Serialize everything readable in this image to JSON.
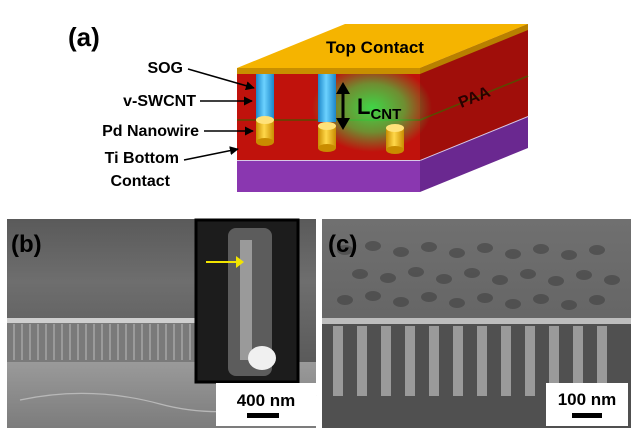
{
  "figure": {
    "panel_a": {
      "label": "(a)",
      "top_contact": "Top Contact",
      "paa": "PAA",
      "l_cnt_main": "L",
      "l_cnt_sub": "CNT",
      "callouts": [
        "SOG",
        "v-SWCNT",
        "Pd Nanowire",
        "Ti Bottom",
        "Contact"
      ]
    },
    "panel_b": {
      "label": "(b)",
      "scale_bar": "400 nm"
    },
    "panel_c": {
      "label": "(c)",
      "scale_bar": "100 nm"
    },
    "colors": {
      "top_contact": "#f5b400",
      "paa": "#c0120c",
      "purple_layer": "#8a37b0",
      "sog": "#3ab0e6",
      "nanowire": "#f2c030",
      "glow": "#39e04a",
      "arrow_yellow": "#f2e400"
    }
  }
}
